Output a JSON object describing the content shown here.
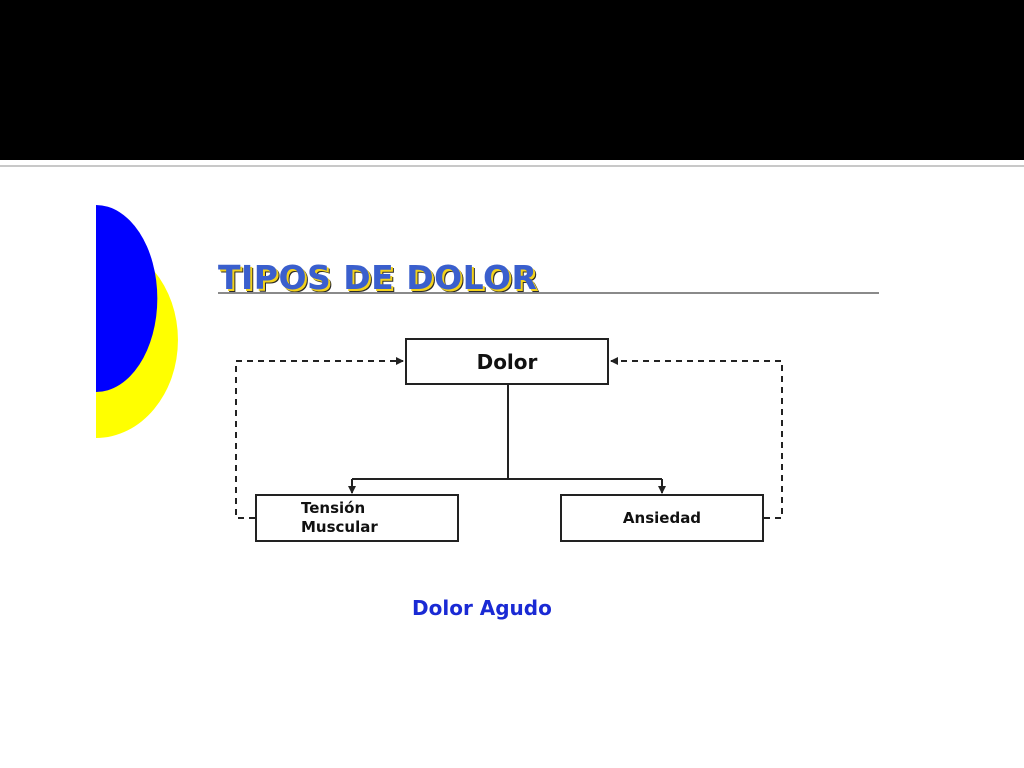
{
  "slide": {
    "title": "TIPOS DE DOLOR",
    "caption": "Dolor Agudo"
  },
  "diagram": {
    "root": "Dolor",
    "left_child": "Tensión\nMuscular",
    "right_child": "Ansiedad"
  },
  "colors": {
    "header_bar": "#000000",
    "decor_blue": "#0000ff",
    "decor_yellow": "#ffff00",
    "title_text": "#3a5fcd",
    "caption_text": "#1a2ad4"
  }
}
